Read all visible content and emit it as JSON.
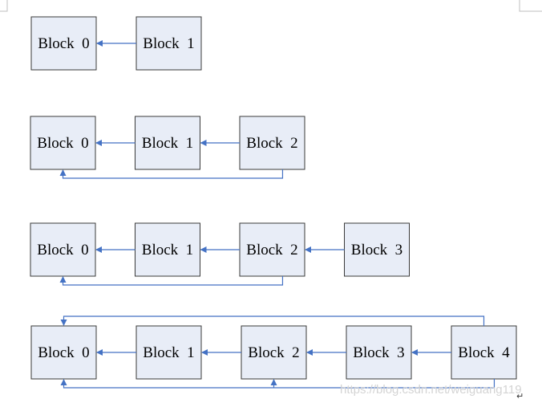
{
  "colors": {
    "block_fill": "#e8edf7",
    "block_border": "#3a3a3a",
    "arrow": "#4472c4",
    "page_corner": "#bfbfbf"
  },
  "diagrams": [
    {
      "blocks": [
        {
          "label": "Block 0"
        },
        {
          "label": "Block 1"
        }
      ],
      "chain_arrows": [
        {
          "from": 1,
          "to": 0
        }
      ],
      "return_links": []
    },
    {
      "blocks": [
        {
          "label": "Block 0"
        },
        {
          "label": "Block 1"
        },
        {
          "label": "Block 2"
        }
      ],
      "chain_arrows": [
        {
          "from": 1,
          "to": 0
        },
        {
          "from": 2,
          "to": 1
        }
      ],
      "return_links": [
        {
          "from": 2,
          "to": 0,
          "side": "bottom"
        }
      ]
    },
    {
      "blocks": [
        {
          "label": "Block 0"
        },
        {
          "label": "Block 1"
        },
        {
          "label": "Block 2"
        },
        {
          "label": "Block 3"
        }
      ],
      "chain_arrows": [
        {
          "from": 1,
          "to": 0
        },
        {
          "from": 2,
          "to": 1
        },
        {
          "from": 3,
          "to": 2
        }
      ],
      "return_links": [
        {
          "from": 2,
          "to": 0,
          "side": "bottom"
        }
      ]
    },
    {
      "blocks": [
        {
          "label": "Block 0"
        },
        {
          "label": "Block 1"
        },
        {
          "label": "Block 2"
        },
        {
          "label": "Block 3"
        },
        {
          "label": "Block 4"
        }
      ],
      "chain_arrows": [
        {
          "from": 1,
          "to": 0
        },
        {
          "from": 2,
          "to": 1
        },
        {
          "from": 3,
          "to": 2
        },
        {
          "from": 4,
          "to": 3
        }
      ],
      "return_links": [
        {
          "from": 4,
          "to": 0,
          "side": "top"
        },
        {
          "from": 4,
          "to": 0,
          "side": "bottom",
          "also_to": 2
        }
      ]
    }
  ],
  "watermark": "https://blog.csdn.net/weiguang119",
  "paragraph_mark": "↵"
}
